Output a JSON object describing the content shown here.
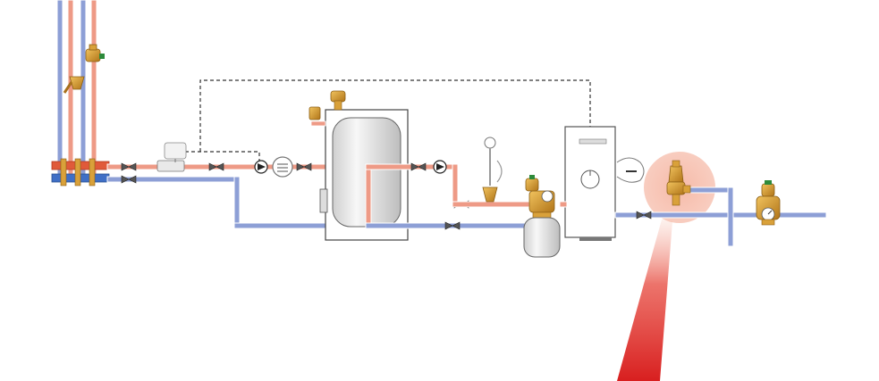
{
  "diagram": {
    "type": "hydronic-schematic",
    "colors": {
      "hot_pipe": "#ee9a86",
      "cold_pipe": "#8d9fd6",
      "pipe_outline": "#ffffff",
      "control_line": "#333333",
      "brass": "#d9a13a",
      "brass_dark": "#a8701c",
      "valve_body": "#555555",
      "tank_fill": "#e9e9e9",
      "tank_outline": "#444444",
      "highlight_circle": "#f3a48c",
      "highlight_beam": "#d81f1f"
    },
    "components": [
      "manifold",
      "zone-valve",
      "circulator-pump",
      "flow-meter",
      "storage-tank",
      "thermometer",
      "mixing-valve",
      "expansion-tank",
      "boiler",
      "pressure-relief-valve",
      "pressure-reducing-valve"
    ]
  }
}
